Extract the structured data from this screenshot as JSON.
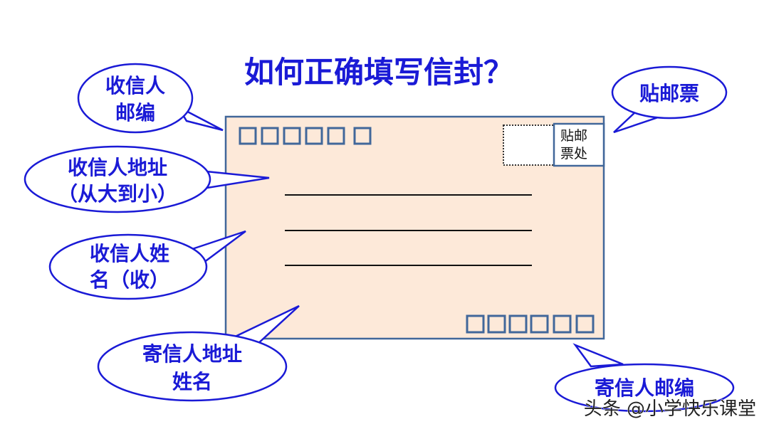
{
  "title": "如何正确填写信封？",
  "envelope": {
    "stamp_label_line1": "贴邮",
    "stamp_label_line2": "票处",
    "fill_color": "#fde9d9",
    "border_color": "#41679a"
  },
  "callouts": {
    "recipient_postcode": [
      "收信人",
      "邮编"
    ],
    "stamp": [
      "贴邮票"
    ],
    "recipient_address": [
      "收信人地址",
      "（从大到小）"
    ],
    "recipient_name": [
      "收信人姓",
      "名（收）"
    ],
    "sender_address_name": [
      "寄信人地址",
      "姓名"
    ],
    "sender_postcode": [
      "寄信人邮编"
    ]
  },
  "callout_color": "#1a1ad6",
  "watermark": "头条 @小学快乐课堂"
}
